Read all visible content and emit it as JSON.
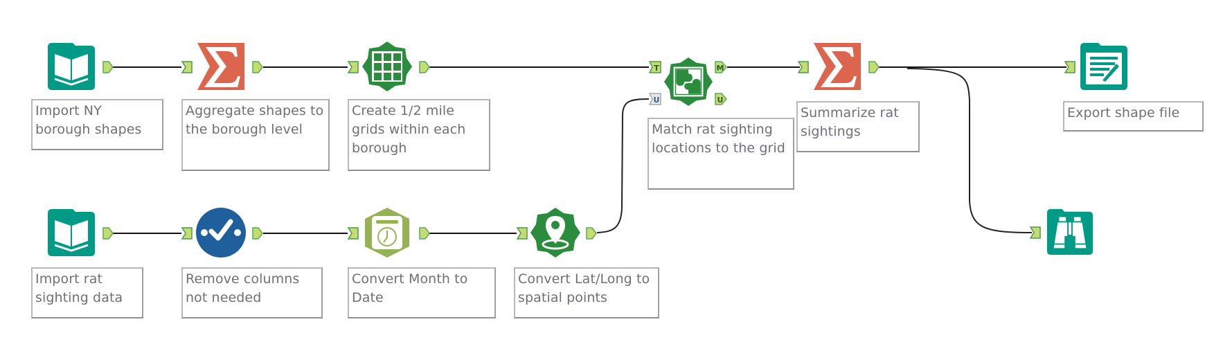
{
  "workflow": {
    "colors": {
      "input_output": "#009b86",
      "summarize": "#dc654d",
      "spatial": "#2a8c3c",
      "select": "#1f5f9c",
      "datetime": "#96b255",
      "anchor_fill": "#c5dc72",
      "anchor_border": "#4b9a4e",
      "wire": "#111111",
      "label_text": "#6f6f78"
    },
    "tools": [
      {
        "id": "input1",
        "icon": "input-data-book-icon",
        "label": "Import NY borough shapes"
      },
      {
        "id": "summ1",
        "icon": "summarize-sigma-icon",
        "label": "Aggregate shapes to the borough level"
      },
      {
        "id": "grid",
        "icon": "make-grid-icon",
        "label": "Create 1/2 mile grids within each borough"
      },
      {
        "id": "match",
        "icon": "spatial-match-puzzle-icon",
        "label": "Match rat sighting locations to the grid",
        "anchors": {
          "in_target": "T",
          "in_universe": "U",
          "out_matched": "M",
          "out_unmatched": "U"
        }
      },
      {
        "id": "summ2",
        "icon": "summarize-sigma-icon",
        "label": "Summarize rat sightings"
      },
      {
        "id": "output",
        "icon": "output-data-icon",
        "label": "Export shape file"
      },
      {
        "id": "browse",
        "icon": "browse-binoculars-icon",
        "label": ""
      },
      {
        "id": "input2",
        "icon": "input-data-book-icon",
        "label": "Import rat sighting data"
      },
      {
        "id": "select",
        "icon": "select-columns-icon",
        "label": "Remove columns not needed"
      },
      {
        "id": "datetime",
        "icon": "datetime-clock-icon",
        "label": "Convert Month to Date"
      },
      {
        "id": "createpts",
        "icon": "create-points-pin-icon",
        "label": "Convert Lat/Long to spatial points"
      }
    ],
    "connections": [
      [
        "input1",
        "summ1"
      ],
      [
        "summ1",
        "grid"
      ],
      [
        "grid",
        "match:T"
      ],
      [
        "match:M",
        "summ2"
      ],
      [
        "summ2",
        "output"
      ],
      [
        "summ2",
        "browse"
      ],
      [
        "input2",
        "select"
      ],
      [
        "select",
        "datetime"
      ],
      [
        "datetime",
        "createpts"
      ],
      [
        "createpts",
        "match:U"
      ]
    ]
  }
}
